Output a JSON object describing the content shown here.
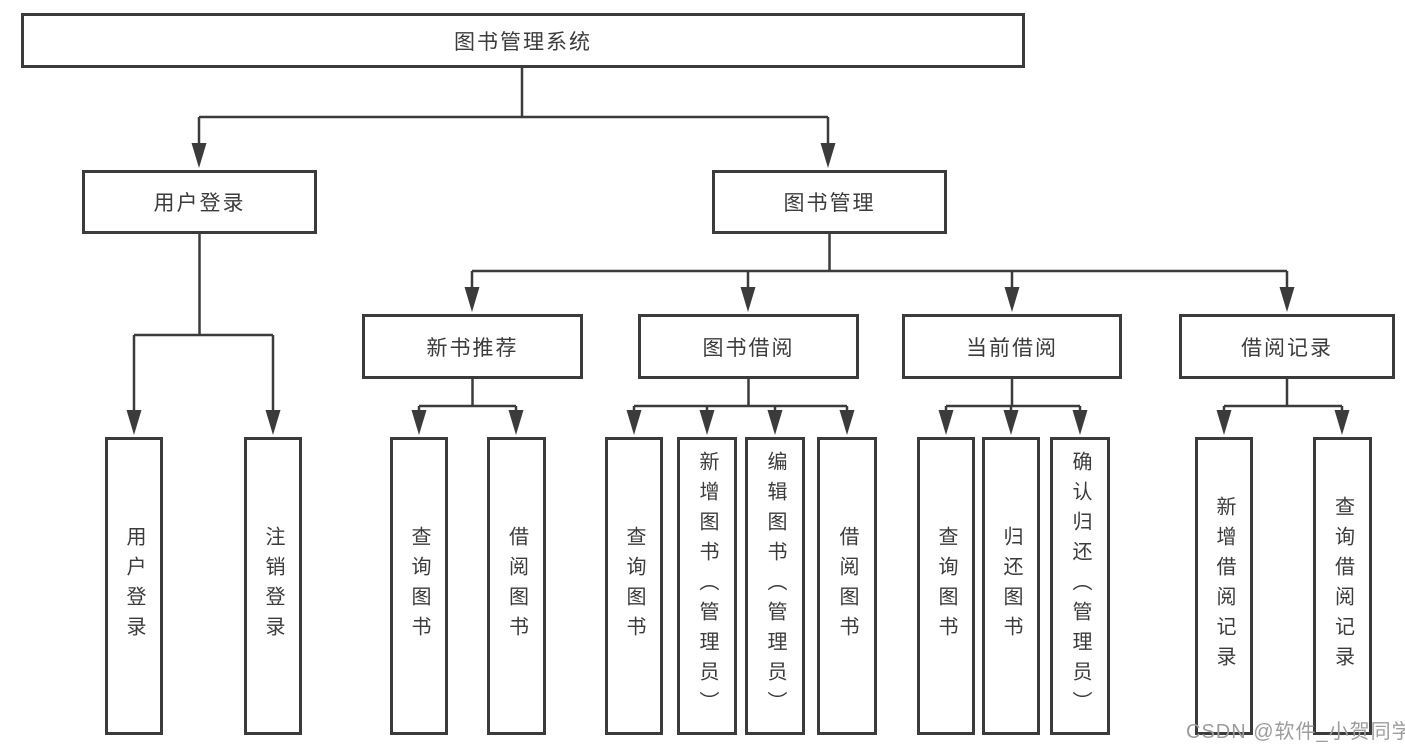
{
  "tree": {
    "root": {
      "label": "图书管理系统"
    },
    "level2": [
      {
        "label": "用户登录"
      },
      {
        "label": "图书管理"
      }
    ],
    "level3": [
      {
        "label": "新书推荐"
      },
      {
        "label": "图书借阅"
      },
      {
        "label": "当前借阅"
      },
      {
        "label": "借阅记录"
      }
    ],
    "leaves": [
      {
        "label": "用户登录"
      },
      {
        "label": "注销登录"
      },
      {
        "label": "查询图书"
      },
      {
        "label": "借阅图书"
      },
      {
        "label": "查询图书"
      },
      {
        "label": "新增图书（管理员）"
      },
      {
        "label": "编辑图书（管理员）"
      },
      {
        "label": "借阅图书"
      },
      {
        "label": "查询图书"
      },
      {
        "label": "归还图书"
      },
      {
        "label": "确认归还（管理员）"
      },
      {
        "label": "新增借阅记录"
      },
      {
        "label": "查询借阅记录"
      }
    ]
  },
  "watermark": "CSDN @软件_小贺同学",
  "colors": {
    "line": "#3b3b3b",
    "text": "#3b3b3b",
    "watermark": "#9c9c9c",
    "background": "#ffffff"
  }
}
